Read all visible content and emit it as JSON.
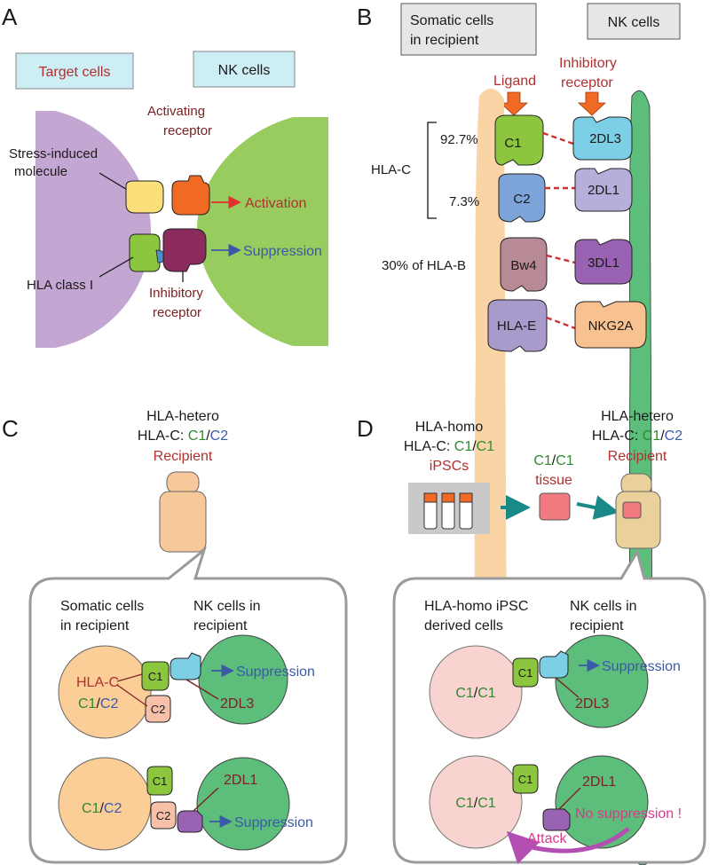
{
  "panels": {
    "a": {
      "letter": "A",
      "target_cells_label": "Target cells",
      "nk_cells_label": "NK cells",
      "activating_receptor_line1": "Activating",
      "activating_receptor_line2": "receptor",
      "stress_line1": "Stress-induced",
      "stress_line2": "molecule",
      "activation_label": "Activation",
      "suppression_label": "Suppression",
      "hla_class_label": "HLA class I",
      "inhibitory_line1": "Inhibitory",
      "inhibitory_line2": "receptor"
    },
    "b": {
      "letter": "B",
      "somatic_line1": "Somatic cells",
      "somatic_line2": "in recipient",
      "nk_cells_label": "NK cells",
      "ligand_label": "Ligand",
      "inhibitory_line1": "Inhibitory",
      "inhibitory_line2": "receptor",
      "hla_c_label": "HLA-C",
      "pct_c1": "92.7%",
      "pct_c2": "7.3%",
      "hla_b_label": "30% of HLA-B",
      "ligands": [
        "C1",
        "C2",
        "Bw4",
        "HLA-E"
      ],
      "receptors": [
        "2DL3",
        "2DL1",
        "3DL1",
        "NKG2A"
      ]
    },
    "c": {
      "letter": "C",
      "title_line1": "HLA-hetero",
      "hla_c_prefix": "HLA-C: ",
      "c1": "C1",
      "slash": "/",
      "c2": "C2",
      "recipient": "Recipient",
      "somatic_line1": "Somatic cells",
      "somatic_line2": "in recipient",
      "nk_line1": "NK cells in",
      "nk_line2": "recipient",
      "hla_c": "HLA-C",
      "receptor_top": "2DL3",
      "receptor_bottom": "2DL1",
      "suppression": "Suppression"
    },
    "d": {
      "letter": "D",
      "homo_line1": "HLA-homo",
      "hla_c_prefix": "HLA-C: ",
      "c1": "C1",
      "slash": "/",
      "c2": "C2",
      "ipscs": "iPSCs",
      "tissue": "tissue",
      "hetero_line1": "HLA-hetero",
      "recipient": "Recipient",
      "derived_line1": "HLA-homo iPSC",
      "derived_line2": "derived cells",
      "nk_line1": "NK cells in",
      "nk_line2": "recipient",
      "receptor_top": "2DL3",
      "receptor_bottom": "2DL1",
      "suppression": "Suppression",
      "no_suppression": "No suppression !",
      "attack": "Attack"
    }
  },
  "colors": {
    "target_purple": "#c4a6d2",
    "nk_green_light": "#98cc5e",
    "nk_green_dark": "#5dbd7a",
    "somatic_peach": "#fbd4a6",
    "somatic_orange": "#fbcd97",
    "ipsc_pink": "#f9d3cf",
    "label_box_blue": "#cdeef4",
    "label_box_gray": "#e6e6e6",
    "ligand_c1_green": "#8cc63f",
    "ligand_c2_blue": "#7ca4d8",
    "bw4_mauve": "#b88a96",
    "hla_e_lavender": "#a89acb",
    "kir_2dl3_cyan": "#7dcfe6",
    "kir_2dl1_lavender": "#b8aedb",
    "kir_3dl1_purple": "#9a62b2",
    "nkg2a_peach": "#f8c190",
    "arrow_orange": "#f06a24",
    "teal_arrow": "#1a8a88",
    "attack_magenta": "#b34fb3"
  }
}
